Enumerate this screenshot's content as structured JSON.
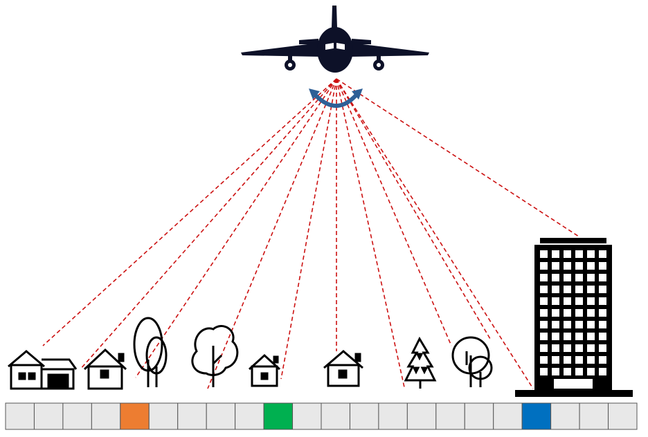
{
  "scene": {
    "aircraft": {
      "icon": "airplane-icon",
      "color": "#0d1128"
    },
    "scan_arrow": {
      "icon": "curved-double-arrow-icon",
      "color": "#2e5f96"
    },
    "rays": {
      "color": "#cc1111",
      "count": 11
    },
    "objects": [
      {
        "icon": "double-house-icon"
      },
      {
        "icon": "house-icon"
      },
      {
        "icon": "tall-trees-icon"
      },
      {
        "icon": "round-tree-icon"
      },
      {
        "icon": "small-house-icon"
      },
      {
        "icon": "house-icon"
      },
      {
        "icon": "pine-tree-icon"
      },
      {
        "icon": "bushy-trees-icon"
      },
      {
        "icon": "skyscraper-icon"
      }
    ]
  },
  "pixel_strip": {
    "cell_count": 22,
    "default_color": "#e8e8e8",
    "highlights": [
      {
        "index": 4,
        "color": "#ed7d31"
      },
      {
        "index": 9,
        "color": "#00b050"
      },
      {
        "index": 18,
        "color": "#0070c0"
      }
    ]
  }
}
